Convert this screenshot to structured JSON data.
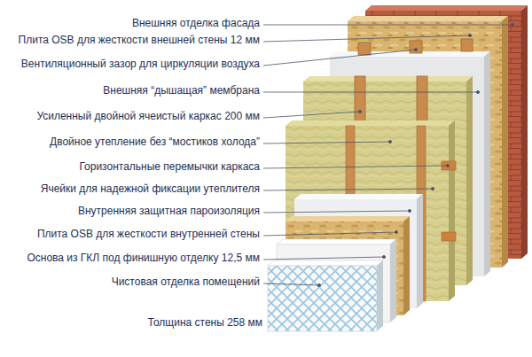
{
  "diagram": {
    "labels": [
      "Внешняя отделка фасада",
      "Плита OSB для жесткости внешней стены 12 мм",
      "Вентиляционный зазор для циркуляции воздуха",
      "Внешняя “дышащая” мембрана",
      "Усиленный двойной ячеистый каркас 200 мм",
      "Двойное утепление без “мостиков холода”",
      "Горизонтальные перемычки каркаса",
      "Ячейки для надежной фиксации утеплителя",
      "Внутренняя защитная пароизоляция",
      "Плита OSB для жесткости внутренней стены",
      "Основа из ГКЛ под финишную отделку 12,5 мм",
      "Чистовая отделка помещений",
      "Толщина стены 258 мм"
    ]
  }
}
